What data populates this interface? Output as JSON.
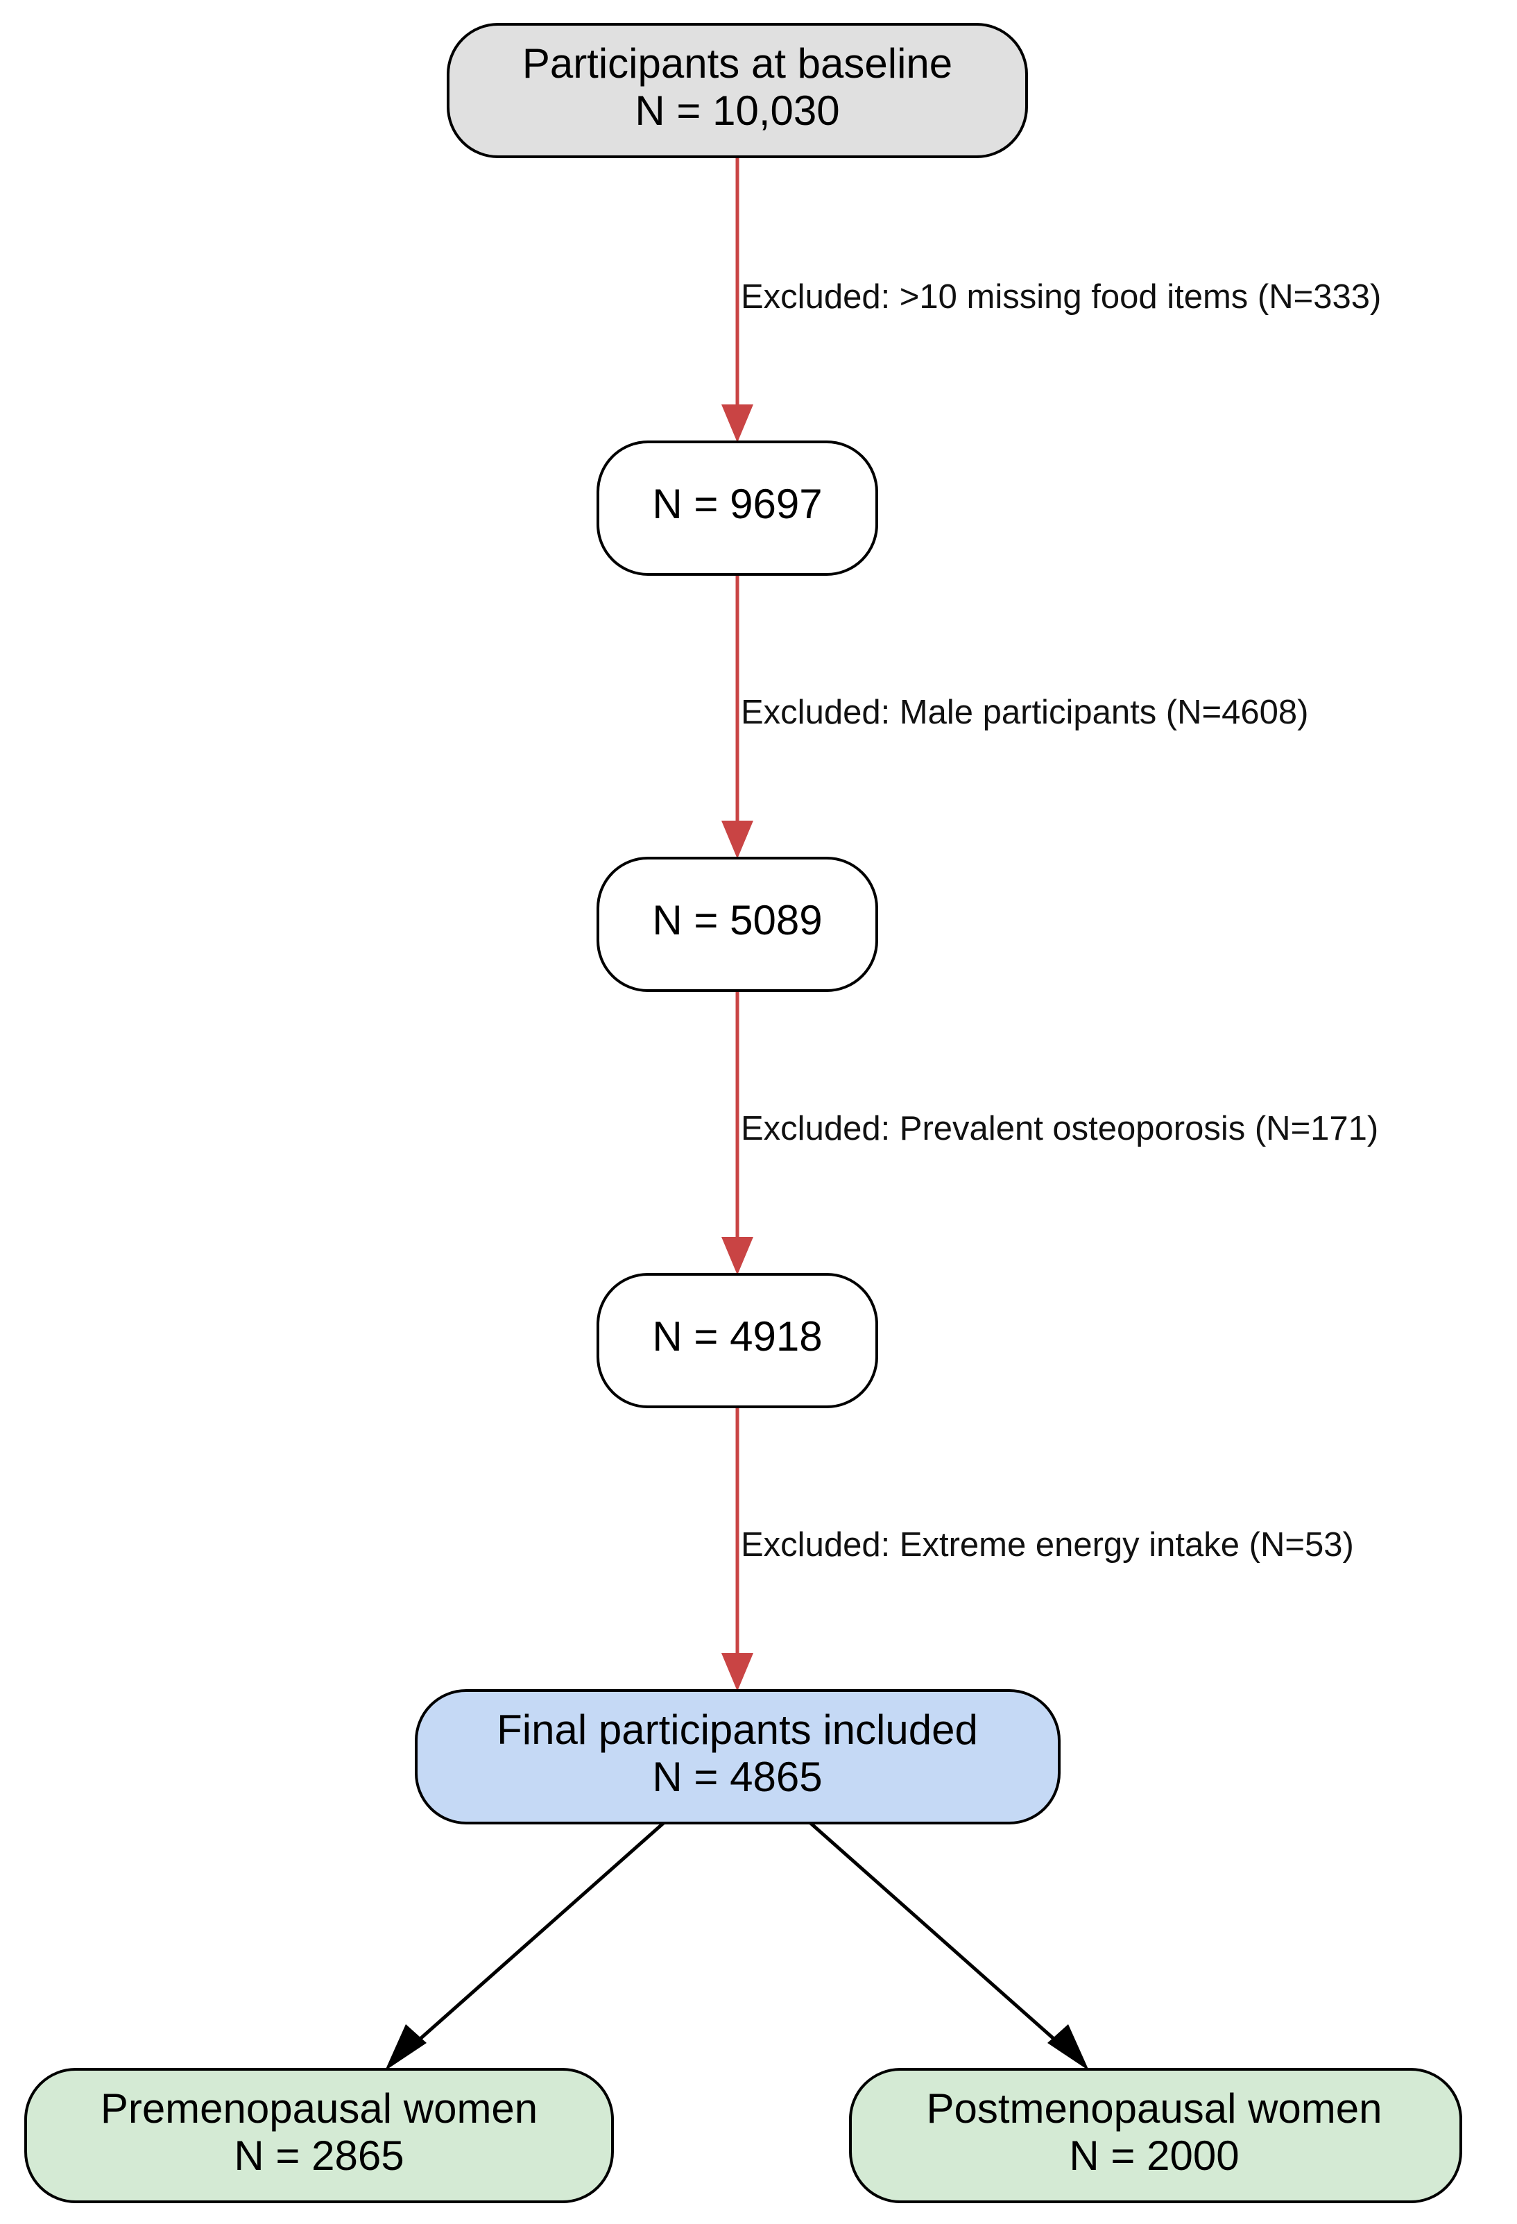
{
  "colors": {
    "excluded_edge": "#c94444",
    "split_edge": "#000000",
    "baseline_fill": "#e0e0e0",
    "step_fill": "#ffffff",
    "final_fill": "#c5d9f5",
    "subgroup_fill": "#d4ead4"
  },
  "nodes": {
    "baseline": {
      "line1": "Participants at baseline",
      "line2": "N = 10,030"
    },
    "step1": {
      "line1": "N = 9697"
    },
    "step2": {
      "line1": "N = 5089"
    },
    "step3": {
      "line1": "N = 4918"
    },
    "final": {
      "line1": "Final participants included",
      "line2": "N = 4865"
    },
    "premenopausal": {
      "line1": "Premenopausal women",
      "line2": "N = 2865"
    },
    "postmenopausal": {
      "line1": "Postmenopausal women",
      "line2": "N = 2000"
    }
  },
  "edges": {
    "e1": {
      "label": "Excluded: >10 missing food items (N=333)"
    },
    "e2": {
      "label": "Excluded: Male participants (N=4608)"
    },
    "e3": {
      "label": "Excluded: Prevalent osteoporosis (N=171)"
    },
    "e4": {
      "label": "Excluded: Extreme energy intake (N=53)"
    }
  }
}
